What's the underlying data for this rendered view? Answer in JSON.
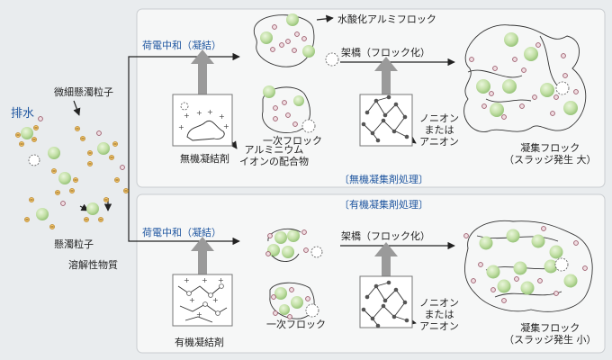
{
  "left": {
    "title": "排水",
    "fine_particles": "微細懸濁粒子",
    "suspended_particles": "懸濁粒子",
    "dissolved_matter": "溶解性物質"
  },
  "top_panel": {
    "step1": "荷電中和（凝結）",
    "step2": "架橋（フロック化）",
    "floc_label": "水酸化アルミフロック",
    "coagulant_label": "無機凝結剤",
    "ion_label": "アルミニウム\nイオンの配合物",
    "primary_floc": "一次フロック",
    "polymer_label": "ノニオン\nまたは\nアニオン",
    "result": "凝集フロック\n（スラッジ発生 大）",
    "section_title": "〔無機凝集剤処理〕"
  },
  "bottom_panel": {
    "section_title": "〔有機凝集剤処理〕",
    "step1": "荷電中和（凝結）",
    "step2": "架橋（フロック化）",
    "coagulant_label": "有機凝結剤",
    "primary_floc": "一次フロック",
    "polymer_label": "ノニオン\nまたは\nアニオン",
    "result": "凝集フロック\n（スラッジ発生 小）"
  },
  "colors": {
    "background": "#e9ecee",
    "panel": "#f6f7f7",
    "blue_text": "#1f56a0",
    "arrow_gray": "#9a9a9a",
    "particle_green": "#b8d99a",
    "small_particle_orange": "#e3a83a",
    "small_particle_rose": "#b87a8a"
  }
}
